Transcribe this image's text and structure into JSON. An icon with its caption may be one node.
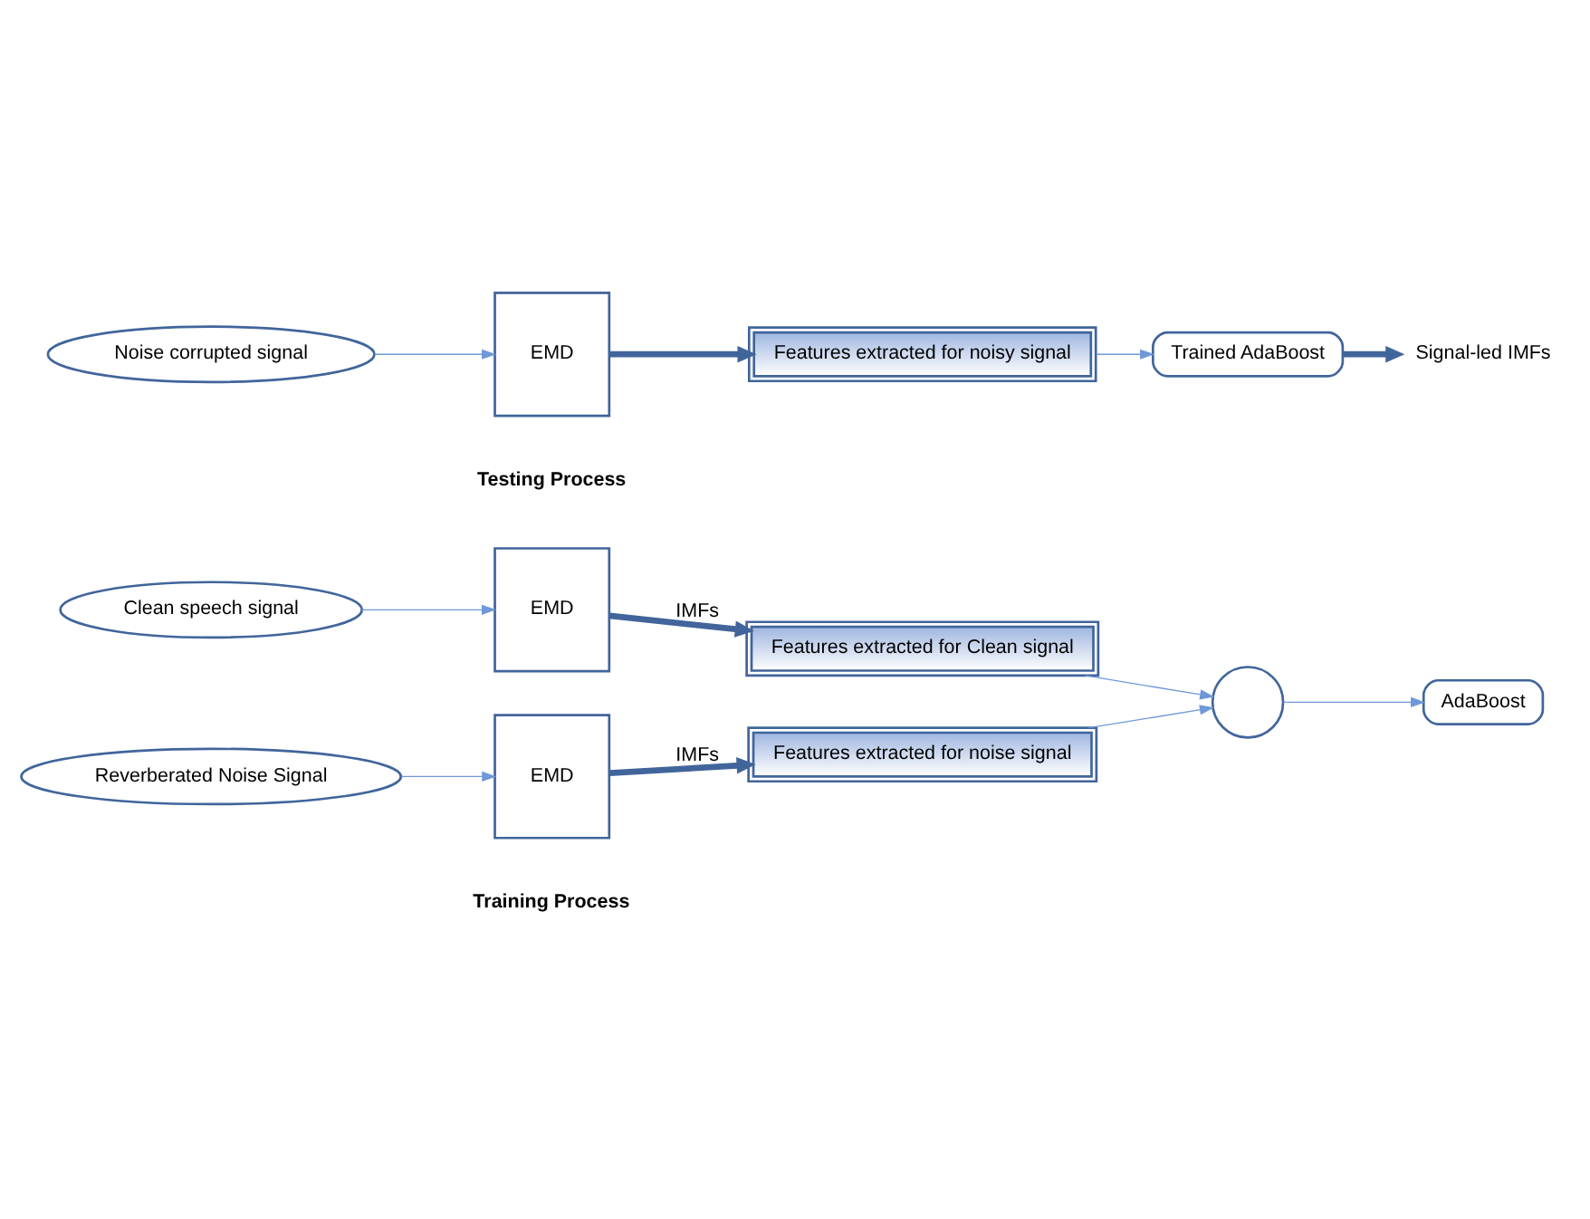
{
  "diagram": {
    "nodes": [
      {
        "text": [
          "Clean speech signal"
        ]
      },
      {
        "text": [
          "EMD"
        ]
      },
      {
        "text": [
          "Features extracted for Clean signal"
        ]
      },
      {
        "text": [
          "Reverberated Noise Signal"
        ]
      },
      {
        "text": [
          "EMD"
        ]
      },
      {
        "text": [
          "Features extracted for noise signal"
        ]
      },
      {
        "text": [],
        "shape": "circle"
      },
      {
        "text": [
          "AdaBoost"
        ]
      },
      {
        "text": [
          "Noise corrupted signal"
        ]
      },
      {
        "text": [
          "EMD"
        ]
      },
      {
        "text": [
          "Features extracted for noisy signal"
        ]
      },
      {
        "text": [
          "Trained AdaBoost"
        ]
      },
      {
        "text": [
          "Signal-led IMFs"
        ]
      }
    ],
    "edges": [
      {
        "from": 0,
        "to": 1,
        "arrow": "to"
      },
      {
        "from": 1,
        "to": 2,
        "arrow": "to",
        "label": "IMFs",
        "style": "thick",
        "color": "#41659b"
      },
      {
        "from": 3,
        "to": 4,
        "arrow": "to"
      },
      {
        "from": 4,
        "to": 5,
        "arrow": "to",
        "label": "IMFs",
        "style": "thick",
        "color": "#41659b"
      },
      {
        "from": 2,
        "to": 6,
        "arrow": "to"
      },
      {
        "from": 5,
        "to": 6,
        "arrow": "to"
      },
      {
        "from": 6,
        "to": 7,
        "arrow": "to"
      },
      {
        "from": 8,
        "to": 9,
        "arrow": "to"
      },
      {
        "from": 9,
        "to": 10,
        "arrow": "to",
        "style": "thick",
        "color": "#41659b"
      },
      {
        "from": 10,
        "to": 11,
        "arrow": "to"
      },
      {
        "from": 11,
        "to": 12,
        "arrow": "to",
        "style": "thick",
        "color": "#41659b"
      }
    ],
    "labels": [
      "Training Process",
      "Testing Process"
    ]
  }
}
